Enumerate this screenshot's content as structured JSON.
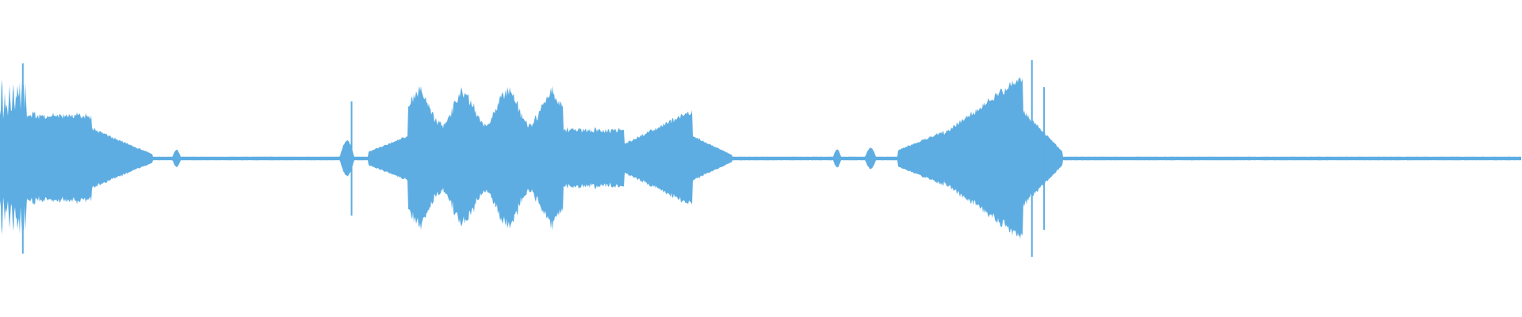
{
  "waveform": {
    "color": "#5DADE2",
    "background": "#ffffff",
    "baseline_amplitude": 0.012,
    "duration_fraction_samples": 480,
    "segments": [
      {
        "start": 0.0,
        "end": 0.018,
        "peak": 0.55,
        "shape": "spiky"
      },
      {
        "start": 0.018,
        "end": 0.06,
        "peak": 0.3,
        "shape": "flat"
      },
      {
        "start": 0.06,
        "end": 0.1,
        "peak": 0.2,
        "shape": "decay"
      },
      {
        "start": 0.113,
        "end": 0.119,
        "peak": 0.06,
        "shape": "blip"
      },
      {
        "start": 0.223,
        "end": 0.233,
        "peak": 0.12,
        "shape": "blip"
      },
      {
        "start": 0.242,
        "end": 0.268,
        "peak": 0.15,
        "shape": "rise"
      },
      {
        "start": 0.268,
        "end": 0.37,
        "peak": 0.48,
        "shape": "bumpy"
      },
      {
        "start": 0.37,
        "end": 0.41,
        "peak": 0.2,
        "shape": "flat"
      },
      {
        "start": 0.41,
        "end": 0.455,
        "peak": 0.32,
        "shape": "rise"
      },
      {
        "start": 0.455,
        "end": 0.481,
        "peak": 0.15,
        "shape": "decay"
      },
      {
        "start": 0.461,
        "end": 0.483,
        "peak": 0.05,
        "shape": "blip"
      },
      {
        "start": 0.547,
        "end": 0.553,
        "peak": 0.06,
        "shape": "blip"
      },
      {
        "start": 0.568,
        "end": 0.576,
        "peak": 0.07,
        "shape": "blip"
      },
      {
        "start": 0.59,
        "end": 0.62,
        "peak": 0.18,
        "shape": "rise"
      },
      {
        "start": 0.62,
        "end": 0.672,
        "peak": 0.55,
        "shape": "rise"
      },
      {
        "start": 0.672,
        "end": 0.698,
        "peak": 0.32,
        "shape": "decay"
      }
    ],
    "peaks": [
      {
        "x": 0.015,
        "amp": 0.6
      },
      {
        "x": 0.231,
        "amp": 0.36
      },
      {
        "x": 0.678,
        "amp": 0.62
      },
      {
        "x": 0.686,
        "amp": 0.45
      }
    ]
  }
}
